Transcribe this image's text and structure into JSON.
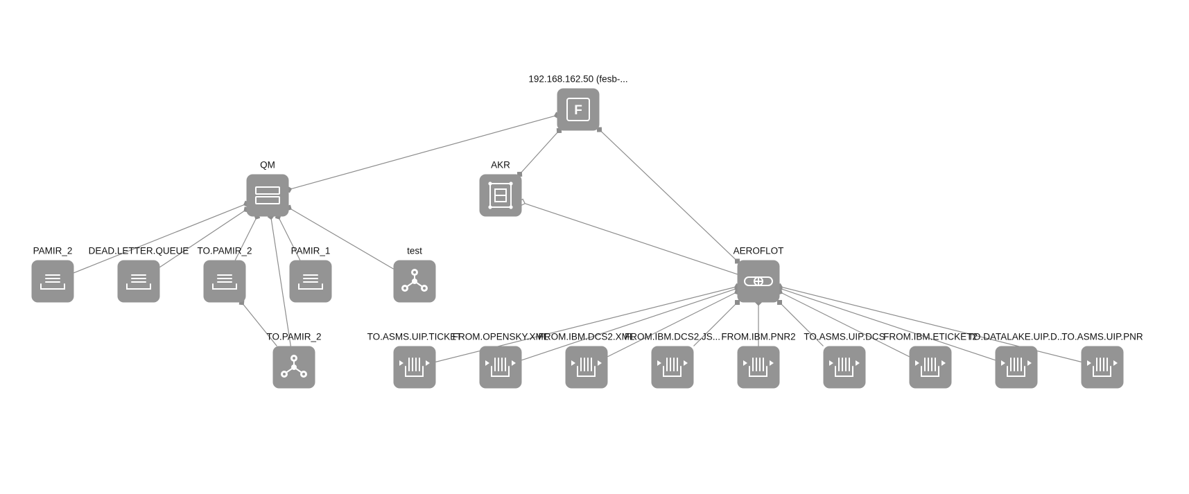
{
  "diagram": {
    "nodes": [
      {
        "id": "host",
        "label": "192.168.162.50 (fesb-...",
        "icon": "f-letter-icon",
        "kind": "host"
      },
      {
        "id": "qm",
        "label": "QM",
        "icon": "queue-manager-icon",
        "kind": "queue-manager"
      },
      {
        "id": "akr",
        "label": "AKR",
        "icon": "frame-icon",
        "kind": "container"
      },
      {
        "id": "aeroflot",
        "label": "AEROFLOT",
        "icon": "network-hub-icon",
        "kind": "hub"
      },
      {
        "id": "pamir2",
        "label": "PAMIR_2",
        "icon": "queue-list-icon",
        "kind": "queue"
      },
      {
        "id": "dlq",
        "label": "DEAD.LETTER.QUEUE",
        "icon": "queue-list-icon",
        "kind": "queue"
      },
      {
        "id": "topamir2",
        "label": "TO.PAMIR_2",
        "icon": "queue-list-icon",
        "kind": "queue"
      },
      {
        "id": "pamir1",
        "label": "PAMIR_1",
        "icon": "queue-list-icon",
        "kind": "queue"
      },
      {
        "id": "test",
        "label": "test",
        "icon": "channel-icon",
        "kind": "channel"
      },
      {
        "id": "topamir2ch",
        "label": "TO.PAMIR_2",
        "icon": "channel-icon",
        "kind": "channel"
      },
      {
        "id": "q1",
        "label": "TO.ASMS.UIP.TICKET",
        "icon": "queue-io-icon",
        "kind": "stream"
      },
      {
        "id": "q2",
        "label": "FROM.OPENSKY.XML",
        "icon": "queue-io-icon",
        "kind": "stream"
      },
      {
        "id": "q3",
        "label": "FROM.IBM.DCS2.XML",
        "icon": "queue-io-icon",
        "kind": "stream"
      },
      {
        "id": "q4",
        "label": "FROM.IBM.DCS2.JS...",
        "icon": "queue-io-icon",
        "kind": "stream"
      },
      {
        "id": "q5",
        "label": "FROM.IBM.PNR2",
        "icon": "queue-io-icon",
        "kind": "stream"
      },
      {
        "id": "q6",
        "label": "TO.ASMS.UIP.DCS",
        "icon": "queue-io-icon",
        "kind": "stream"
      },
      {
        "id": "q7",
        "label": "FROM.IBM.ETICKET2",
        "icon": "queue-io-icon",
        "kind": "stream"
      },
      {
        "id": "q8",
        "label": "TO.DATALAKE.UIP.D...",
        "icon": "queue-io-icon",
        "kind": "stream"
      },
      {
        "id": "q9",
        "label": "TO.ASMS.UIP.PNR",
        "icon": "queue-io-icon",
        "kind": "stream"
      }
    ],
    "edges": [
      {
        "from": "host",
        "to": "qm"
      },
      {
        "from": "host",
        "to": "akr"
      },
      {
        "from": "host",
        "to": "aeroflot"
      },
      {
        "from": "akr",
        "to": "aeroflot"
      },
      {
        "from": "qm",
        "to": "pamir2"
      },
      {
        "from": "qm",
        "to": "dlq"
      },
      {
        "from": "qm",
        "to": "topamir2"
      },
      {
        "from": "qm",
        "to": "pamir1"
      },
      {
        "from": "qm",
        "to": "test"
      },
      {
        "from": "qm",
        "to": "topamir2ch"
      },
      {
        "from": "topamir2",
        "to": "topamir2ch"
      },
      {
        "from": "aeroflot",
        "to": "q1"
      },
      {
        "from": "aeroflot",
        "to": "q2"
      },
      {
        "from": "aeroflot",
        "to": "q3"
      },
      {
        "from": "aeroflot",
        "to": "q4"
      },
      {
        "from": "aeroflot",
        "to": "q5"
      },
      {
        "from": "aeroflot",
        "to": "q6"
      },
      {
        "from": "aeroflot",
        "to": "q7"
      },
      {
        "from": "aeroflot",
        "to": "q8"
      },
      {
        "from": "aeroflot",
        "to": "q9"
      }
    ]
  }
}
